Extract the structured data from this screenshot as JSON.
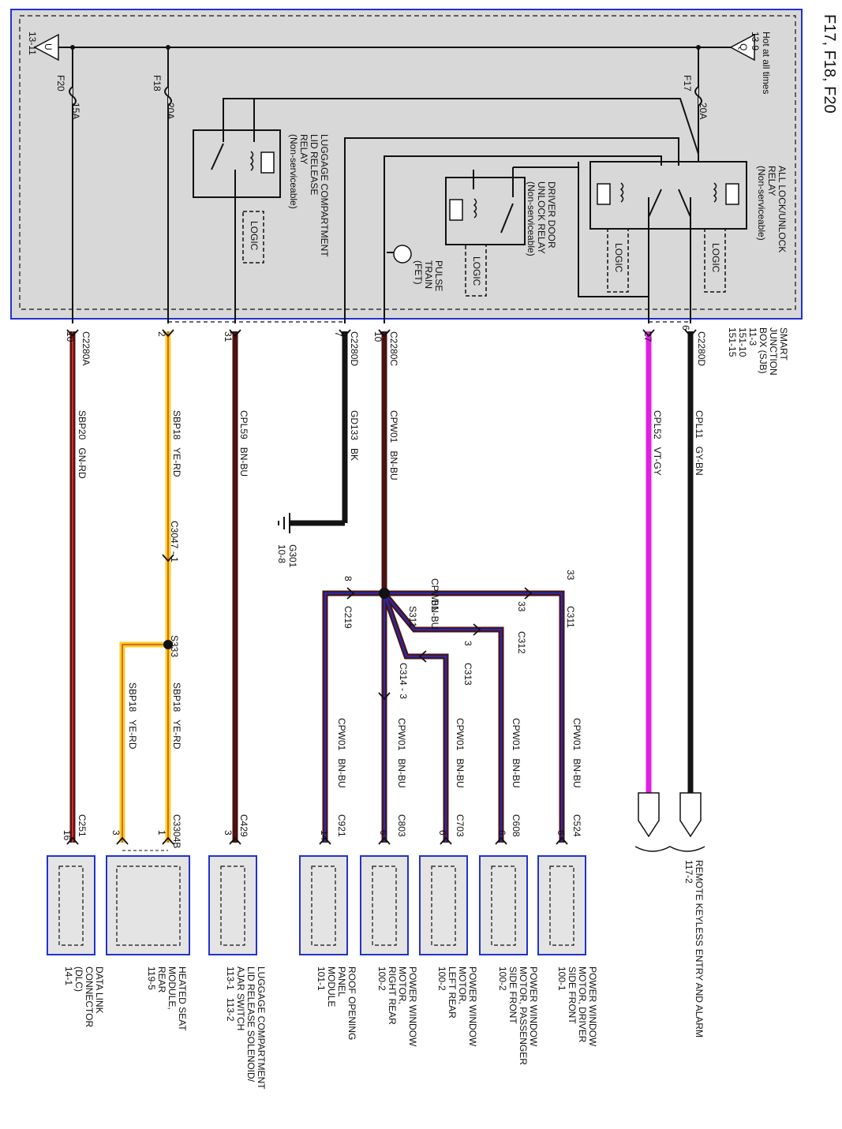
{
  "title": "F17, F18, F20",
  "sjb": {
    "label": "SMART\nJUNCTION\nBOX (SJB)\n11-3\n151-10\n151-15",
    "hot_label": "Hot at all times",
    "ref_q": "13-9",
    "ref_u": "13-11",
    "node_q": "Q",
    "node_u": "U",
    "fuses": [
      {
        "name": "F17",
        "rating": "20A"
      },
      {
        "name": "F18",
        "rating": "20A"
      },
      {
        "name": "F20",
        "rating": "15A"
      }
    ],
    "all_lock_relay": "ALL LOCK/UNLOCK\nRELAY\n(Non-serviceable)",
    "driver_relay": "DRIVER DOOR\nUNLOCK RELAY\n(Non-serviceable)",
    "lcl_relay": "LUGGAGE COMPARTMENT\nLID RELEASE\nRELAY\n(Non-serviceable)",
    "pulse_train": "PULSE\nTRAIN\n(FET)",
    "logic": "LOGIC"
  },
  "connectors": {
    "c2280d": "C2280D",
    "c2280c": "C2280C",
    "c2280a": "C2280A",
    "c3047": "C3047 - 1",
    "c219": "C219",
    "c311": "C311",
    "c312": "C312",
    "c313": "C313",
    "c314": "C314 - 3",
    "s311": "S311",
    "s333": "S333",
    "c251": "C251",
    "c3304b": "C3304B",
    "c429": "C429",
    "c921": "C921",
    "c803": "C803",
    "c703": "C703",
    "c608": "C608",
    "c524": "C524"
  },
  "pins": {
    "p6": "6",
    "p27": "27",
    "p10": "10",
    "p7": "7",
    "p31": "31",
    "p2": "2",
    "p10b": "10",
    "p33a": "33",
    "p33b": "33",
    "p3": "3",
    "p8": "8",
    "p16": "16",
    "p1": "1",
    "p3b": "3",
    "p3c": "3",
    "p14": "14",
    "p6a": "6",
    "p6b": "6",
    "p6c": "6",
    "p6d": "6"
  },
  "ground": {
    "name": "G301",
    "ref": "10-8"
  },
  "wires": {
    "cpl11": "CPL11   GY-BN",
    "cpl52": "CPL52   VT-GY",
    "cpw01": "CPW01   BN-BU",
    "gd133": "GD133   BK",
    "cpl59": "CPL59   BN-BU",
    "sbp18": "SBP18   YE-RD",
    "sbp20": "SBP20   GN-RD",
    "cpw01_top": "CPW01",
    "bnbu_top": "BN-BU",
    "cpw01_a": "CPW01   BN-BU",
    "cpw01_b": "CPW01   BN-BU",
    "cpw01_c": "CPW01   BN-BU",
    "cpw01_d": "CPW01   BN-BU",
    "cpw01_e": "CPW01   BN-BU",
    "sbp18_b": "SBP18   YE-RD",
    "sbp18_c": "SBP18   YE-RD"
  },
  "components": {
    "rke": "REMOTE KEYLESS ENTRY AND ALARM\n117-2",
    "pw_driver": "POWER WINDOW\nMOTOR, DRIVER\nSIDE FRONT\n100-1",
    "pw_passenger": "POWER WINDOW\nMOTOR, PASSENGER\nSIDE FRONT\n100-2",
    "pw_left_rear": "POWER WINDOW\nMOTOR,\nLEFT REAR\n100-2",
    "pw_right_rear": "POWER WINDOW\nMOTOR,\nRIGHT REAR\n100-2",
    "roof": "ROOF OPENING\nPANEL\nMODULE\n101-1",
    "luggage": "LUGGAGE COMPARTMENT\nLID RELEASE SOLENOID/\nAJAR SWITCH\n113-1   113-2",
    "heated_seat": "HEATED SEAT\nMODULE,\nREAR\n119-5",
    "dlc": "DATA LINK\nCONNECTOR\n(DLC)\n14-1"
  },
  "colors": {
    "border": "#2233cc",
    "sjb_fill": "#d8d8d8",
    "gy_bn": "#141414",
    "vt_gy": "#e020e0",
    "bn_bu": "#4a1212",
    "bn_bu_stripe": "#2a2aa8",
    "ye_rd": "#f4cf2a",
    "gn_rd": "#5a1010"
  }
}
